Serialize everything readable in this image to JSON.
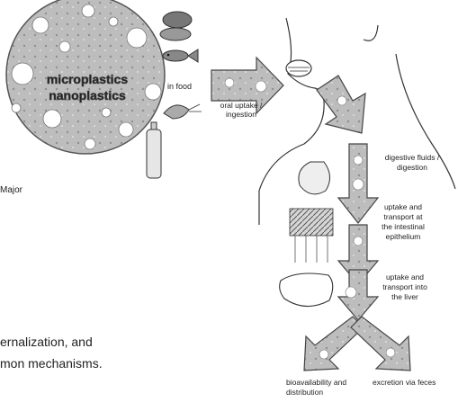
{
  "circle": {
    "line1": "microplastics",
    "line2": "nanoplastics"
  },
  "food_label": "in food",
  "steps": {
    "oral_1": "oral uptake /",
    "oral_2": "ingestion",
    "digestive_1": "digestive fluids /",
    "digestive_2": "digestion",
    "intestinal_1": "uptake and",
    "intestinal_2": "transport at",
    "intestinal_3": "the intestinal",
    "intestinal_4": "epithelium",
    "liver_1": "uptake and",
    "liver_2": "transport into",
    "liver_3": "the liver",
    "bio_1": "bioavailability and",
    "bio_2": "distribution",
    "excretion": "excretion via feces"
  },
  "side_text": {
    "major": "Major",
    "caption_1": "ernalization, and",
    "caption_2": "mon mechanisms."
  }
}
